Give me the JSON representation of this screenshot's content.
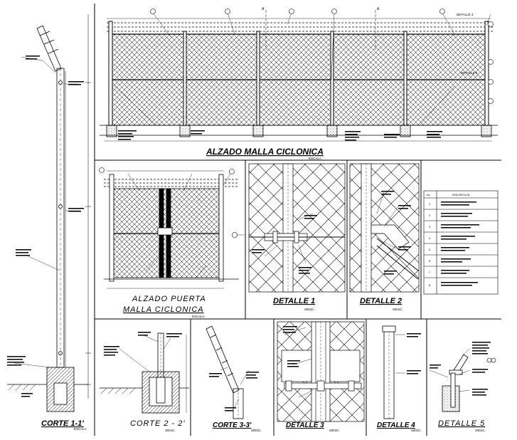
{
  "titles": {
    "alzado_malla": "ALZADO MALLA CICLONICA",
    "alzado_puerta_1": "ALZADO PUERTA",
    "alzado_puerta_2": "MALLA CICLONICA",
    "detalle_1": "DETALLE 1",
    "detalle_2": "DETALLE 2",
    "corte_1": "CORTE 1-1'",
    "corte_2": "CORTE 2 - 2'",
    "corte_3": "CORTE 3-3'",
    "detalle_3": "DETALLE 3",
    "detalle_4": "DETALLE 4",
    "detalle_5": "DETALLE 5"
  },
  "scales": {
    "escala": "ESCALA",
    "sesc": "S/ESC."
  },
  "labels": {
    "detalle_4_callout": "DETALLE 4",
    "detalle_5_callout": "DETALLE 5",
    "section_a": "A"
  },
  "table_header": {
    "num": "No.",
    "desc": "DESCRIPCION"
  },
  "table_numbers": [
    "1",
    "2",
    "3",
    "4",
    "5",
    "6",
    "7",
    "8"
  ],
  "colors": {
    "line": "#000000",
    "background": "#ffffff"
  }
}
